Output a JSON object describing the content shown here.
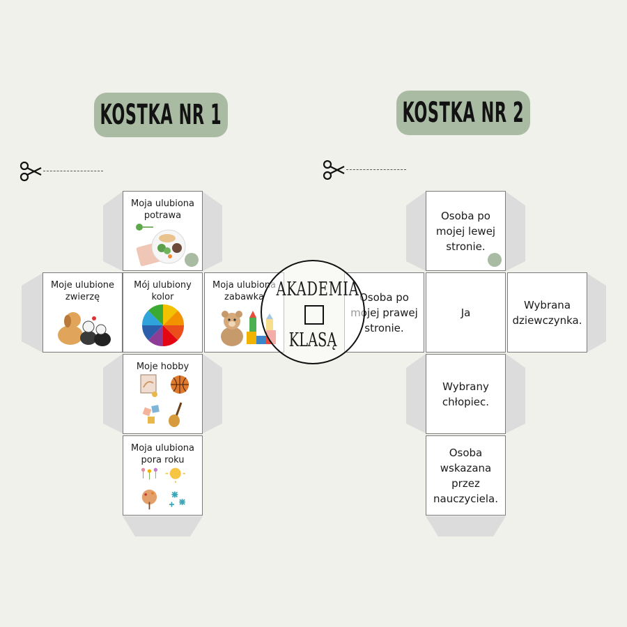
{
  "dice": [
    {
      "title": "KOSTKA NR 1",
      "faces": {
        "food": "Moja ulubiona potrawa",
        "animal": "Moje ulubione zwierzę",
        "color": "Mój ulubiony kolor",
        "toy": "Moja ulubiona zabawka",
        "hobby": "Moje hobby",
        "season": "Moja ulubiona pora roku"
      }
    },
    {
      "title": "KOSTKA NR 2",
      "faces": {
        "left": "Osoba po mojej lewej stronie.",
        "right": "Osoba po mojej prawej stronie.",
        "me": "Ja",
        "girl": "Wybrana dziewczynka.",
        "boy": "Wybrany chłopiec.",
        "teacher": "Osoba wskazana przez nauczyciela."
      }
    }
  ],
  "watermark": {
    "line1": "AKADEMIA",
    "line2": "KLASĄ"
  },
  "icons": [
    "scissors-icon",
    "food-plate-icon",
    "pets-icon",
    "color-wheel-icon",
    "teddy-bear-icon",
    "blocks-icon",
    "painting-icon",
    "basketball-icon",
    "puzzle-icon",
    "guitar-icon",
    "flowers-icon",
    "sun-icon",
    "autumn-tree-icon",
    "snowflake-icon"
  ],
  "colors": {
    "accent": "#a9bba3",
    "tab": "#dcdcdc",
    "background": "#f1f1ec"
  }
}
